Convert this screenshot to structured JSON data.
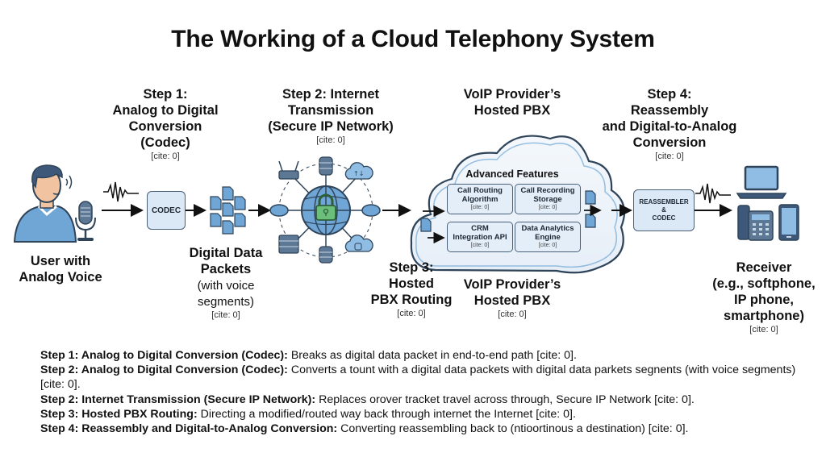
{
  "title": "The Working of a Cloud Telephony System",
  "colors": {
    "accent_blue": "#6fa6d6",
    "light_blue": "#dbe9f6",
    "outline": "#2f4459",
    "lock_green": "#6bbf7a",
    "text": "#111111"
  },
  "user": {
    "label_line1": "User with",
    "label_line2": "Analog Voice",
    "icons": [
      "person-speaking-icon",
      "microphone-icon",
      "sound-wave-icon"
    ]
  },
  "step1": {
    "line1": "Step 1:",
    "line2": "Analog to Digital",
    "line3": "Conversion",
    "line4": "(Codec)",
    "cite": "[cite: 0]",
    "codec_label": "CODEC"
  },
  "packets": {
    "line1": "Digital Data",
    "line2": "Packets",
    "line3": "(with voice",
    "line4": "segments)",
    "cite": "[cite: 0]"
  },
  "step2": {
    "line1": "Step 2: Internet",
    "line2": "Transmission",
    "line3": "(Secure IP Network)",
    "cite": "[cite: 0]",
    "icons": [
      "globe-icon",
      "lock-icon",
      "router-icon",
      "wifi-router-icon",
      "database-icon",
      "cloud-sync-icon",
      "server-rack-icon",
      "cloud-database-icon"
    ]
  },
  "pbx_top": {
    "line1": "VoIP Provider’s",
    "line2": "Hosted PBX"
  },
  "pbx_bottom": {
    "line1": "VoIP Provider’s",
    "line2": "Hosted PBX",
    "cite": "[cite: 0]"
  },
  "advanced": {
    "heading": "Advanced Features",
    "features": [
      {
        "line1": "Call Routing",
        "line2": "Algorithm",
        "cite": "[cite: 0]"
      },
      {
        "line1": "Call Recording",
        "line2": "Storage",
        "cite": "[cite: 0]"
      },
      {
        "line1": "CRM",
        "line2": "Integration API",
        "cite": "[cite: 0]"
      },
      {
        "line1": "Data Analytics",
        "line2": "Engine",
        "cite": "[cite: 0]"
      }
    ]
  },
  "step3": {
    "line1": "Step 3:",
    "line2": "Hosted",
    "line3": "PBX Routing",
    "cite": "[cite: 0]"
  },
  "step4": {
    "line1": "Step 4:",
    "line2": "Reassembly",
    "line3": "and Digital-to-Analog",
    "line4": "Conversion",
    "cite": "[cite: 0]",
    "box_line1": "REASSEMBLER",
    "box_line2": "&",
    "box_line3": "CODEC"
  },
  "receiver": {
    "line1": "Receiver",
    "line2": "(e.g., softphone,",
    "line3": "IP phone,",
    "line4": "smartphone)",
    "cite": "[cite: 0]",
    "icons": [
      "laptop-icon",
      "desk-phone-icon",
      "smartphone-icon"
    ]
  },
  "notes": [
    {
      "bold": "Step 1: Analog to Digital Conversion (Codec):",
      "text": " Breaks as digital data packet in end-to-end path [cite: 0]."
    },
    {
      "bold": "Step 2: Analog to Digital Conversion (Codec):",
      "text": " Converts a tount with a digital data packets with digital data parkets segnents (with voice segments) [cite: 0]."
    },
    {
      "bold": "Step 2: Internet Transmission (Secure IP Network):",
      "text": " Replaces orover tracket travel across through, Secure IP Network [cite: 0]."
    },
    {
      "bold": "Step 3: Hosted PBX Routing:",
      "text": " Directing a modified/routed way back through internet the Internet [cite: 0]."
    },
    {
      "bold": "Step 4: Reassembly and Digital-to-Analog Conversion:",
      "text": " Converting reassembling back to (ntioortinous a destination) [cite: 0]."
    }
  ]
}
